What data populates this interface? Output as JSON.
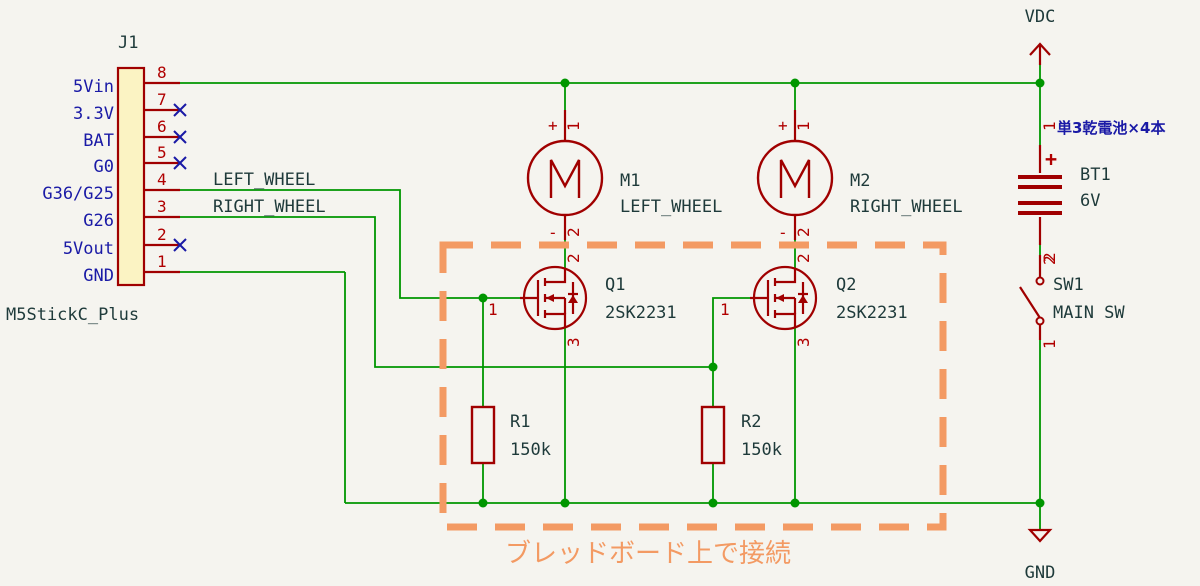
{
  "connector": {
    "ref": "J1",
    "value": "M5StickC_Plus",
    "pins": [
      {
        "num": "8",
        "name": "5Vin",
        "nc": false
      },
      {
        "num": "7",
        "name": "3.3V",
        "nc": true
      },
      {
        "num": "6",
        "name": "BAT",
        "nc": true
      },
      {
        "num": "5",
        "name": "G0",
        "nc": true
      },
      {
        "num": "4",
        "name": "G36/G25",
        "nc": false
      },
      {
        "num": "3",
        "name": "G26",
        "nc": false
      },
      {
        "num": "2",
        "name": "5Vout",
        "nc": true
      },
      {
        "num": "1",
        "name": "GND",
        "nc": false
      }
    ]
  },
  "nets": {
    "left": "LEFT_WHEEL",
    "right": "RIGHT_WHEEL",
    "vdc": "VDC",
    "gnd": "GND"
  },
  "motors": [
    {
      "ref": "M1",
      "value": "LEFT_WHEEL",
      "symbol": "M",
      "plus": "+",
      "minus": "-",
      "pin_top": "1",
      "pin_bottom": "2"
    },
    {
      "ref": "M2",
      "value": "RIGHT_WHEEL",
      "symbol": "M",
      "plus": "+",
      "minus": "-",
      "pin_top": "1",
      "pin_bottom": "2"
    }
  ],
  "transistors": [
    {
      "ref": "Q1",
      "value": "2SK2231",
      "pin_gate": "1",
      "pin_drain": "2",
      "pin_source": "3"
    },
    {
      "ref": "Q2",
      "value": "2SK2231",
      "pin_gate": "1",
      "pin_drain": "2",
      "pin_source": "3"
    }
  ],
  "resistors": [
    {
      "ref": "R1",
      "value": "150k"
    },
    {
      "ref": "R2",
      "value": "150k"
    }
  ],
  "battery": {
    "ref": "BT1",
    "value": "6V",
    "note": "単3乾電池×4本",
    "pin_top": "1",
    "pin_bottom": "2",
    "plus": "+"
  },
  "switch": {
    "ref": "SW1",
    "value": "MAIN SW",
    "pin_top": "2",
    "pin_bottom": "1"
  },
  "breadboard_label": "ブレッドボード上で接続",
  "colors": {
    "wire": "#009600",
    "symbol": "#a00000",
    "pin_text": "#b00000",
    "label_blue": "#1a1aa6",
    "ref_text": "#1e3a3a",
    "breadboard_box": "#f39a63",
    "background": "#f5f4ef"
  }
}
